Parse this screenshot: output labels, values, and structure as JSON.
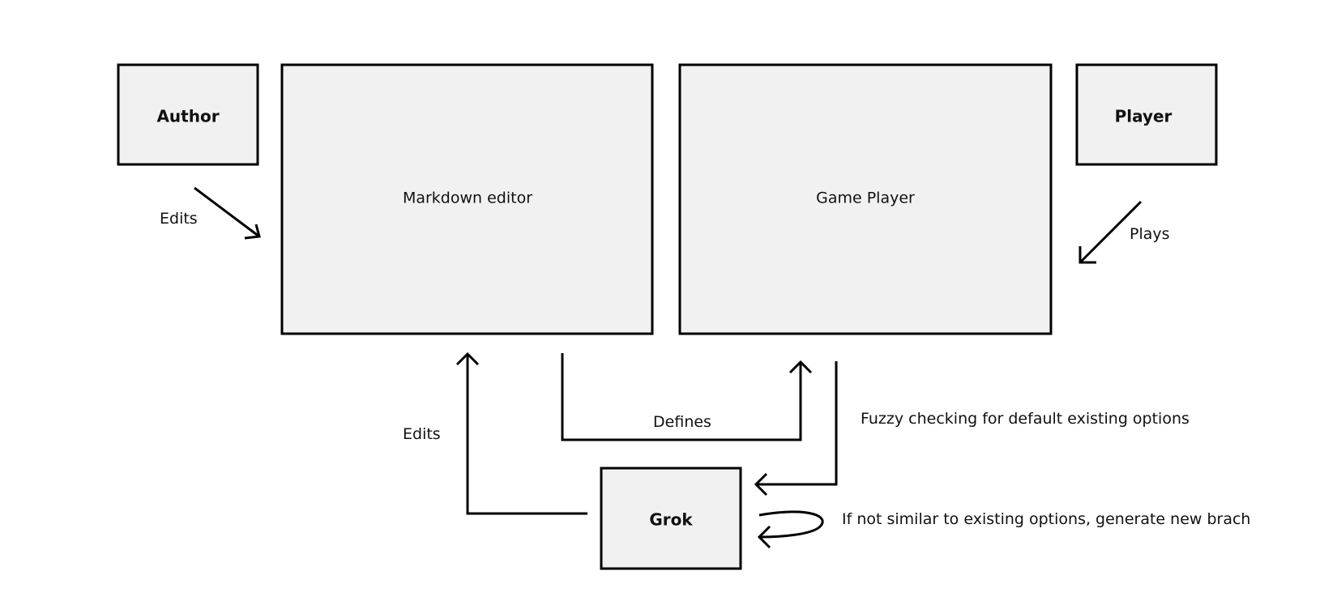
{
  "nodes": {
    "author": "Author",
    "markdown_editor": "Markdown editor",
    "game_player": "Game Player",
    "player": "Player",
    "grok": "Grok"
  },
  "edges": {
    "author_edits": "Edits",
    "player_plays": "Plays",
    "grok_edits": "Edits",
    "editor_defines": "Defines"
  },
  "notes": {
    "fuzzy_check": "Fuzzy checking for default existing options",
    "generate_branch": "If not similar to existing options, generate new brach"
  },
  "colors": {
    "box_fill": "#f1f1f1",
    "stroke": "#000000"
  }
}
